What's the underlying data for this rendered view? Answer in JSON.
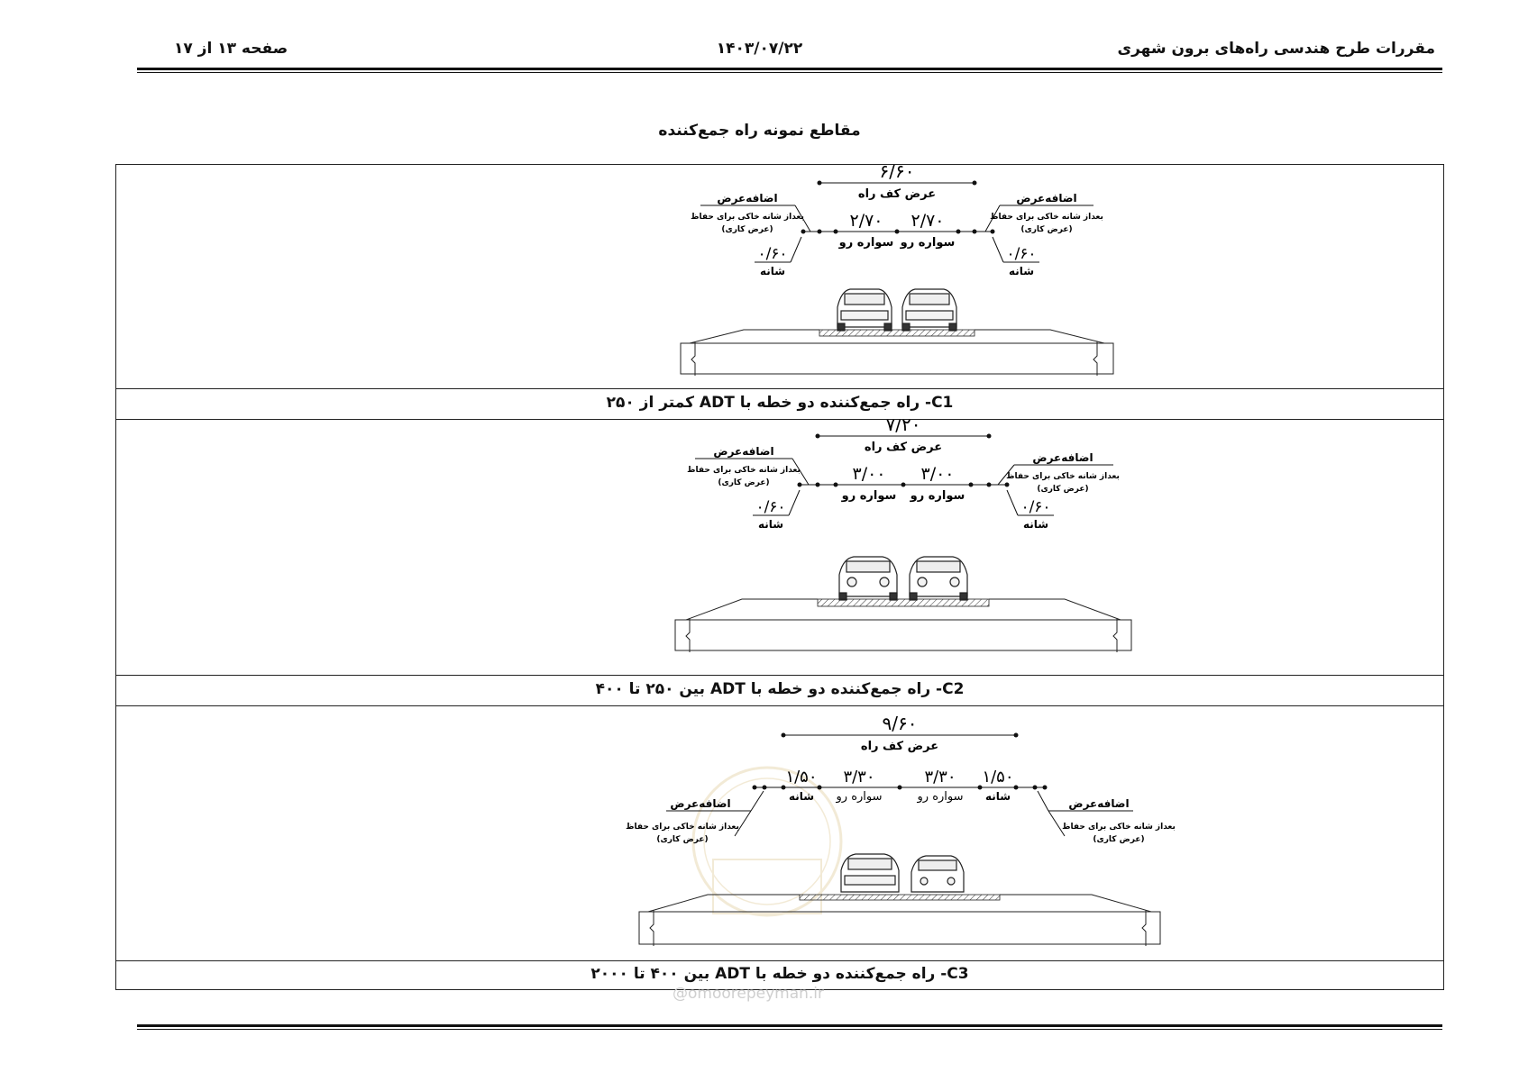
{
  "header": {
    "title": "مقررات طرح هندسی راه‌های برون شهری",
    "date": "۱۴۰۳/۰۷/۲۲",
    "page": "صفحه ۱۳ از ۱۷"
  },
  "page_title": "مقاطع نمونه راه جمع‌کننده",
  "sections": [
    {
      "caption": "C1- راه جمع‌کننده دو خطه با ADT کمتر از ۲۵۰",
      "total_width": "۶/۶۰",
      "roadway_label": "عرض کف راه",
      "lane_width": "۲/۷۰",
      "lane_label": "سواره رو",
      "shoulder_width": "۰/۶۰",
      "shoulder_label": "شانه",
      "extra_title": "اضافه‌عرض",
      "extra_line1": "بعداز شانه خاکی برای حفاظ",
      "extra_line2": "(عرض کاری)"
    },
    {
      "caption": "C2- راه جمع‌کننده دو خطه با ADT بین ۲۵۰ تا ۴۰۰",
      "total_width": "۷/۲۰",
      "roadway_label": "عرض کف راه",
      "lane_width": "۳/۰۰",
      "lane_label": "سواره رو",
      "shoulder_width": "۰/۶۰",
      "shoulder_label": "شانه",
      "extra_title": "اضافه‌عرض",
      "extra_line1": "بعداز شانه خاکی برای حفاظ",
      "extra_line2": "(عرض کاری)"
    },
    {
      "caption": "C3- راه جمع‌کننده دو خطه با ADT بین ۴۰۰ تا ۲۰۰۰",
      "total_width": "۹/۶۰",
      "roadway_label": "عرض کف راه",
      "lane_width": "۳/۳۰",
      "lane_label": "سواره رو",
      "shoulder_width": "۱/۵۰",
      "shoulder_label": "شانه",
      "extra_title": "اضافه‌عرض",
      "extra_line1": "بعداز شانه خاکی برای حفاظ",
      "extra_line2": "(عرض کاری)"
    }
  ],
  "watermark": "@omoorepeyman.ir"
}
